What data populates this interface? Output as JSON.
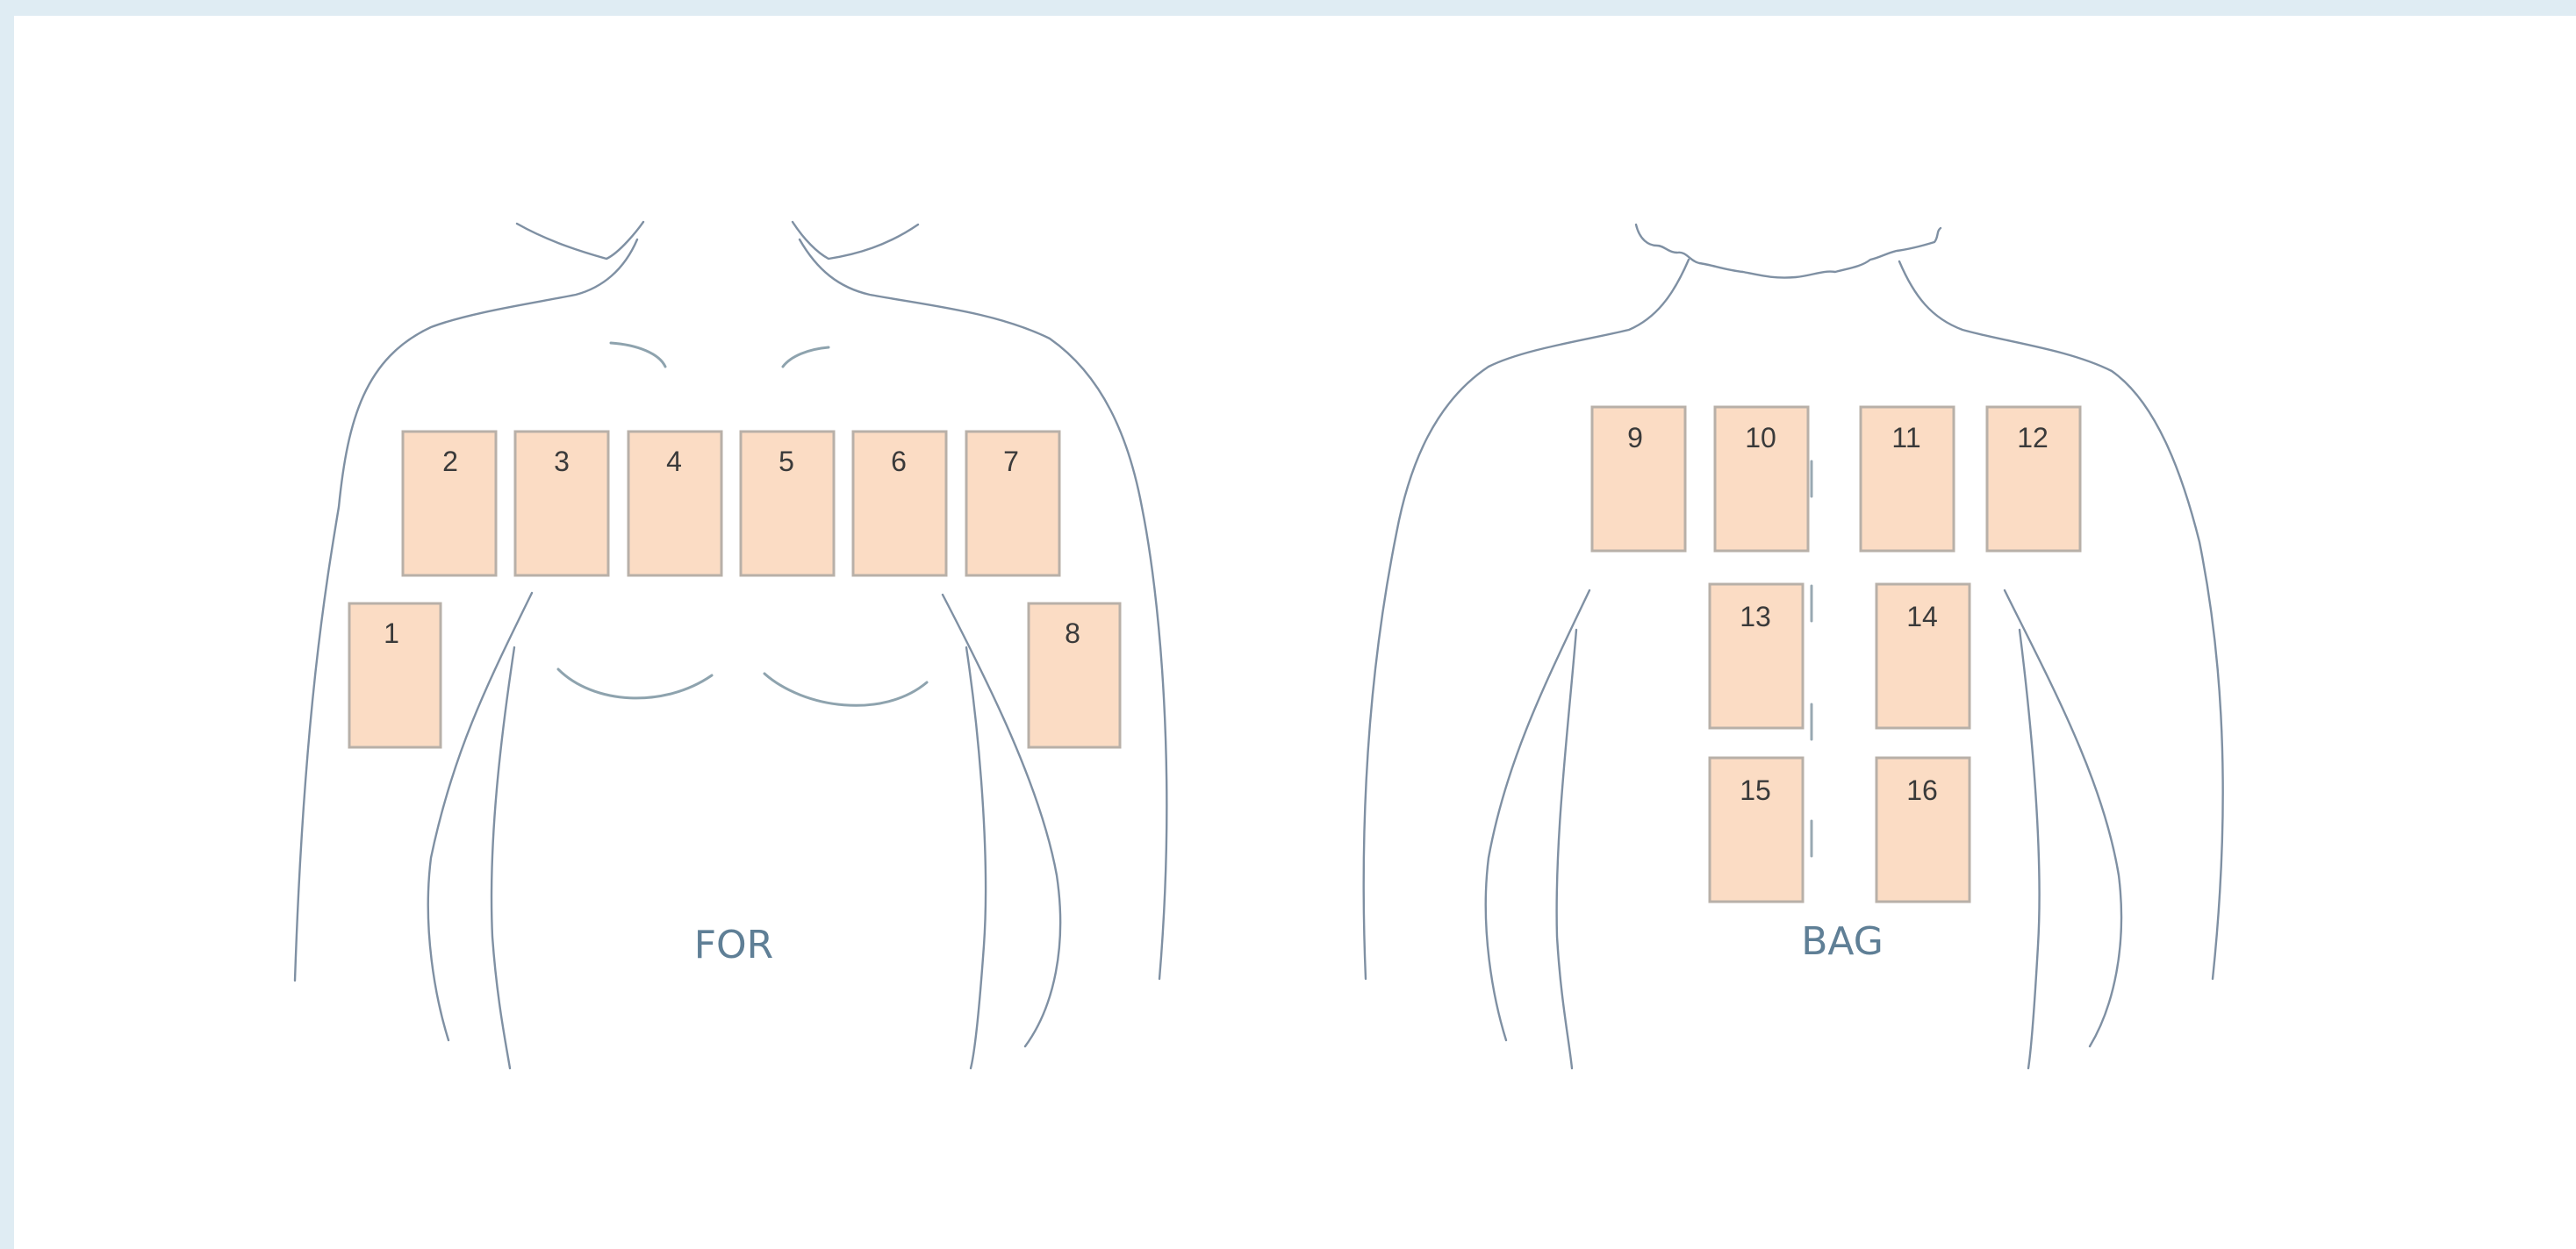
{
  "front": {
    "label": "FOR",
    "patches": [
      {
        "id": "patch-1",
        "label": "1"
      },
      {
        "id": "patch-2",
        "label": "2"
      },
      {
        "id": "patch-3",
        "label": "3"
      },
      {
        "id": "patch-4",
        "label": "4"
      },
      {
        "id": "patch-5",
        "label": "5"
      },
      {
        "id": "patch-6",
        "label": "6"
      },
      {
        "id": "patch-7",
        "label": "7"
      },
      {
        "id": "patch-8",
        "label": "8"
      }
    ]
  },
  "back": {
    "label": "BAG",
    "patches": [
      {
        "id": "patch-9",
        "label": "9"
      },
      {
        "id": "patch-10",
        "label": "10"
      },
      {
        "id": "patch-11",
        "label": "11"
      },
      {
        "id": "patch-12",
        "label": "12"
      },
      {
        "id": "patch-13",
        "label": "13"
      },
      {
        "id": "patch-14",
        "label": "14"
      },
      {
        "id": "patch-15",
        "label": "15"
      },
      {
        "id": "patch-16",
        "label": "16"
      }
    ]
  },
  "colors": {
    "background": "#dfecf3",
    "patch_fill": "#fbdcc4",
    "outline": "#7f90a3",
    "label": "#5f7f96"
  }
}
